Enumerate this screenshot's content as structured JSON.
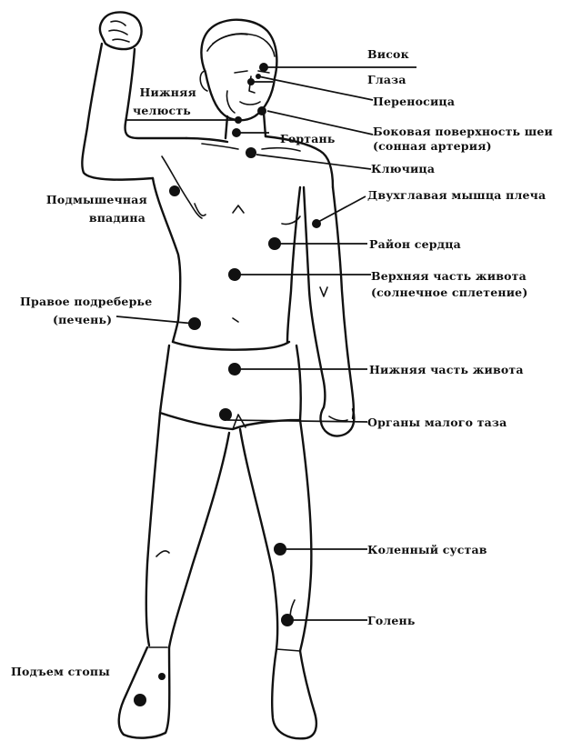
{
  "labels": {
    "visok": "Висок",
    "glaza": "Глаза",
    "perenosica": "Переносица",
    "bokovaya_1": "Боковая поверхность шеи",
    "bokovaya_2": "(сонная артерия)",
    "klyuchica": "Ключица",
    "dvuglavaya": "Двухглавая мышца плеча",
    "rayon_serdca": "Район сердца",
    "verh_zhivot_1": "Верхняя часть живота",
    "verh_zhivot_2": "(солнечное сплетение)",
    "nizh_zhivot": "Нижняя часть живота",
    "organy_taza": "Органы малого таза",
    "kolenny": "Коленный сустав",
    "golen": "Голень",
    "nizh_chelyust_1": "Нижняя",
    "nizh_chelyust_2": "челюсть",
    "gortan": "Гортань",
    "podmysh_1": "Подмышечная",
    "podmysh_2": "впадина",
    "podreberye_1": "Правое подреберье",
    "podreberye_2": "(печень)",
    "podyem_stopy": "Подъем стопы"
  }
}
